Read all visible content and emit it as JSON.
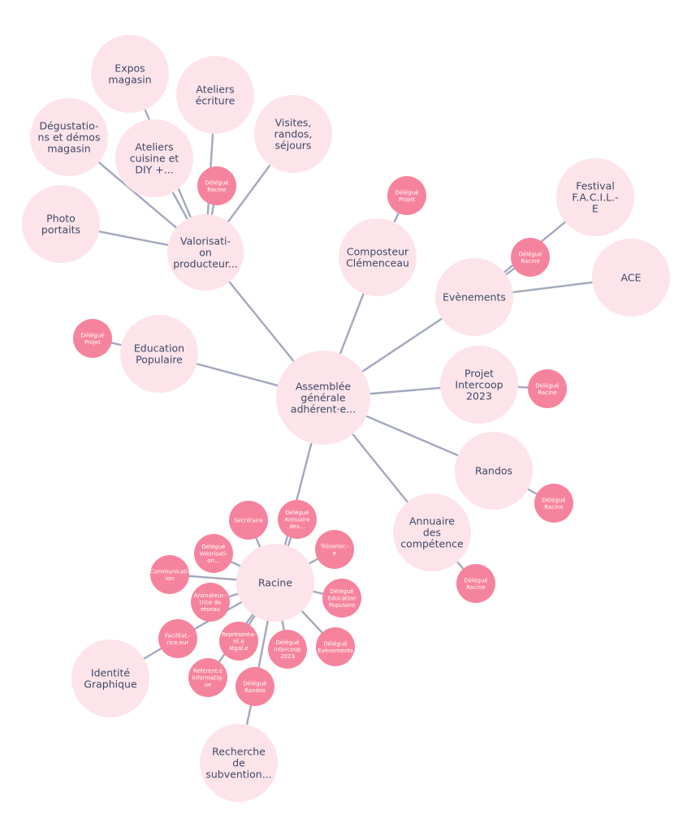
{
  "colors": {
    "edge": "#a3a8bd",
    "circle_fill": "#fde4ea",
    "role_fill": "#f6839e",
    "circle_text": "#3f4867",
    "role_text": "#ffffff"
  },
  "nodes": {
    "assemblee": [
      "Assemblée",
      "générale",
      "adhérent·e..."
    ],
    "valorisation": [
      "Valorisati-",
      "on",
      "producteur..."
    ],
    "expos": [
      "Expos",
      "magasin"
    ],
    "ateliers_ecriture": [
      "Ateliers",
      "écriture"
    ],
    "degustations": [
      "Dégustatio-",
      "ns et démos",
      "magasin"
    ],
    "ateliers_cuisine": [
      "Ateliers",
      "cuisine et",
      "DIY +..."
    ],
    "visites": [
      "Visites,",
      "randos,",
      "séjours"
    ],
    "photo": [
      "Photo",
      "portaits"
    ],
    "composteur": [
      "Composteur",
      "Clémenceau"
    ],
    "festival": [
      "Festival",
      "F.A.C.I.L.-",
      "E"
    ],
    "evenements": [
      "Evènements"
    ],
    "ace": [
      "ACE"
    ],
    "education": [
      "Education",
      "Populaire"
    ],
    "intercoop": [
      "Projet",
      "Intercoop",
      "2023"
    ],
    "randos": [
      "Randos"
    ],
    "annuaire": [
      "Annuaire",
      "des",
      "compétence"
    ],
    "racine": [
      "Racine"
    ],
    "identite": [
      "Identité",
      "Graphique"
    ],
    "recherche": [
      "Recherche",
      "de",
      "subvention..."
    ]
  },
  "roles": {
    "delegue_racine_valo": [
      "Délégué",
      "Racine"
    ],
    "delegue_projet_compost": [
      "Délégué",
      "Projet"
    ],
    "delegue_racine_evt": [
      "Délégué",
      "Racine"
    ],
    "delegue_projet_edu": [
      "Délégué",
      "Projet"
    ],
    "delegue_racine_intercoop": [
      "Délégué",
      "Racine"
    ],
    "delegue_racine_randos": [
      "Délégué",
      "Racine"
    ],
    "delegue_racine_annuaire": [
      "Délégué",
      "Racine"
    ],
    "secretaire": [
      "Secrétaire"
    ],
    "delegue_annuaire": [
      "Délégué",
      "Annuaire",
      "des..."
    ],
    "delegue_valorisation": [
      "Délégué",
      "Valorisati-",
      "on..."
    ],
    "tresorier": [
      "Trésorier.-",
      "e"
    ],
    "communication": [
      "Communicati-",
      "ion"
    ],
    "delegue_education": [
      "Délégué",
      "Education",
      "Populaire"
    ],
    "animateur": [
      "Animateur.-",
      "trice de",
      "réseau"
    ],
    "representant": [
      "Représenta-",
      "nt.e",
      "légal.e"
    ],
    "delegue_intercoop": [
      "Délégué",
      "Intercoop",
      "2023"
    ],
    "delegue_evenements": [
      "Délégué",
      "Evènements"
    ],
    "facilitateur": [
      "Facilitat.-",
      "rice.eur"
    ],
    "referent": [
      "Référent.e",
      "informatiq-",
      "ue"
    ],
    "delegue_randos": [
      "Délégué",
      "Randos"
    ]
  }
}
